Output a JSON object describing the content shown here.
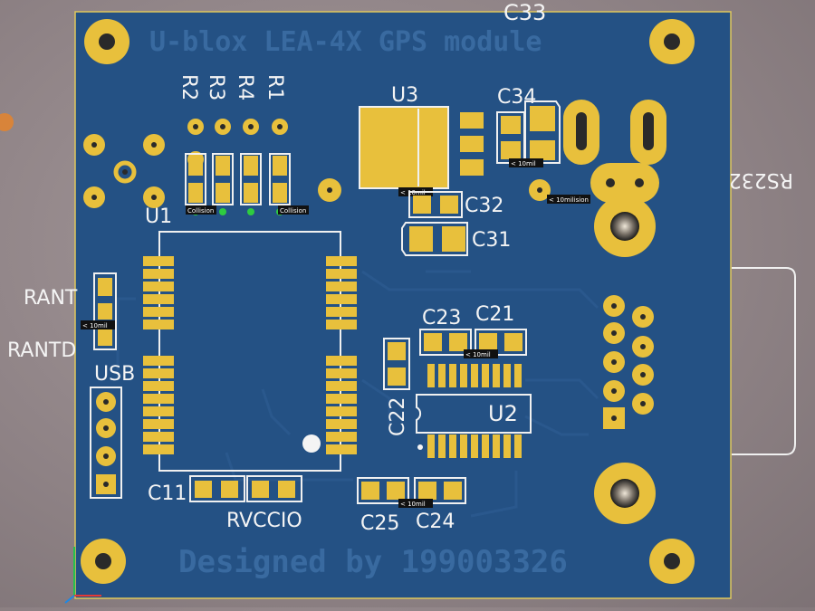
{
  "board": {
    "title": "U-blox LEA-4X GPS module",
    "footer": "Designed by 199003326",
    "colors": {
      "board": "#245184",
      "pad": "#e8c03c",
      "silk": "#f4f4f4",
      "background": "#8e8285"
    }
  },
  "labels": {
    "c33": "C33",
    "u3": "U3",
    "c34": "C34",
    "r2": "R2",
    "r3": "R3",
    "r4": "R4",
    "r1": "R1",
    "rs232": "RS232",
    "u1": "U1",
    "c32": "C32",
    "c31": "C31",
    "rant": "RANT",
    "rantd": "RANTD",
    "usb": "USB",
    "c23": "C23",
    "c21": "C21",
    "c22": "C22",
    "u2": "U2",
    "c11": "C11",
    "rvccio": "RVCCIO",
    "c25": "C25",
    "c24": "C24"
  },
  "tags": {
    "collision": "Collision",
    "ten_mil": "< 10mil",
    "ten_milision": "< 10milision"
  },
  "axis_icon": "xyz-axis-icon"
}
